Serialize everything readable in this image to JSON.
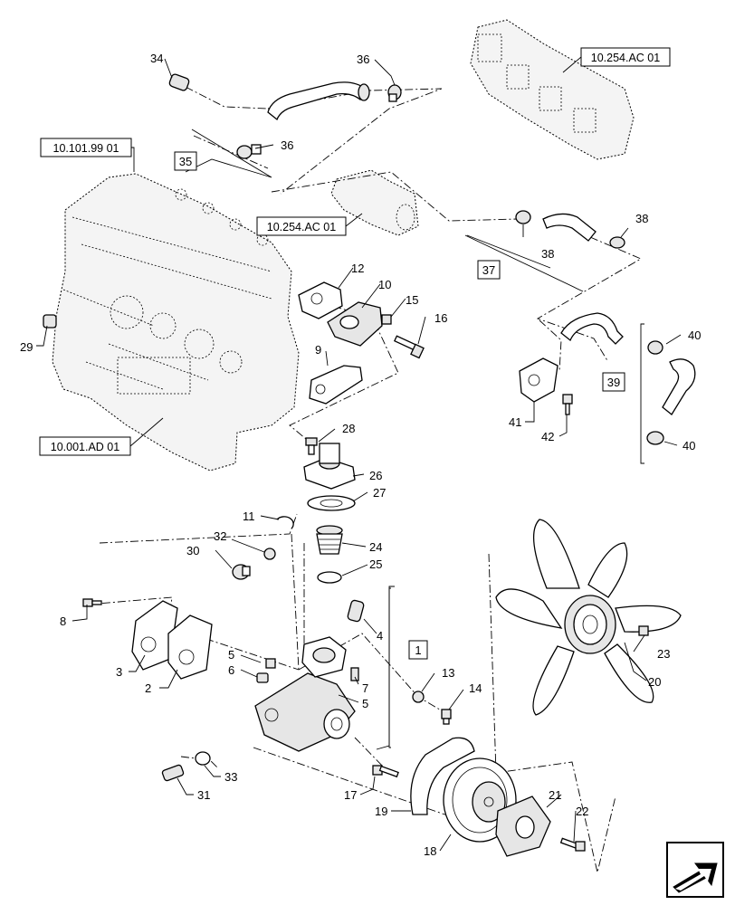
{
  "refs": {
    "r_10_101_99_01": "10.101.99 01",
    "r_10_254_ac_01_top": "10.254.AC 01",
    "r_10_254_ac_01_mid": "10.254.AC 01",
    "r_10_001_ad_01": "10.001.AD 01"
  },
  "boxed": {
    "b35": "35",
    "b37": "37",
    "b39": "39",
    "b1": "1"
  },
  "callouts": {
    "c34": "34",
    "c36a": "36",
    "c36b": "36",
    "c38a": "38",
    "c38b": "38",
    "c12": "12",
    "c10": "10",
    "c15": "15",
    "c16": "16",
    "c9": "9",
    "c29": "29",
    "c40a": "40",
    "c40b": "40",
    "c41": "41",
    "c42": "42",
    "c28": "28",
    "c26": "26",
    "c27": "27",
    "c11": "11",
    "c24": "24",
    "c32": "32",
    "c30": "30",
    "c25": "25",
    "c8": "8",
    "c4": "4",
    "c3": "3",
    "c2": "2",
    "c5a": "5",
    "c6": "6",
    "c7": "7",
    "c5b": "5",
    "c13": "13",
    "c14": "14",
    "c23": "23",
    "c20": "20",
    "c33": "33",
    "c31": "31",
    "c17": "17",
    "c19": "19",
    "c21": "21",
    "c22": "22",
    "c18": "18"
  },
  "nav": {
    "icon": "next-page-arrow-icon"
  }
}
